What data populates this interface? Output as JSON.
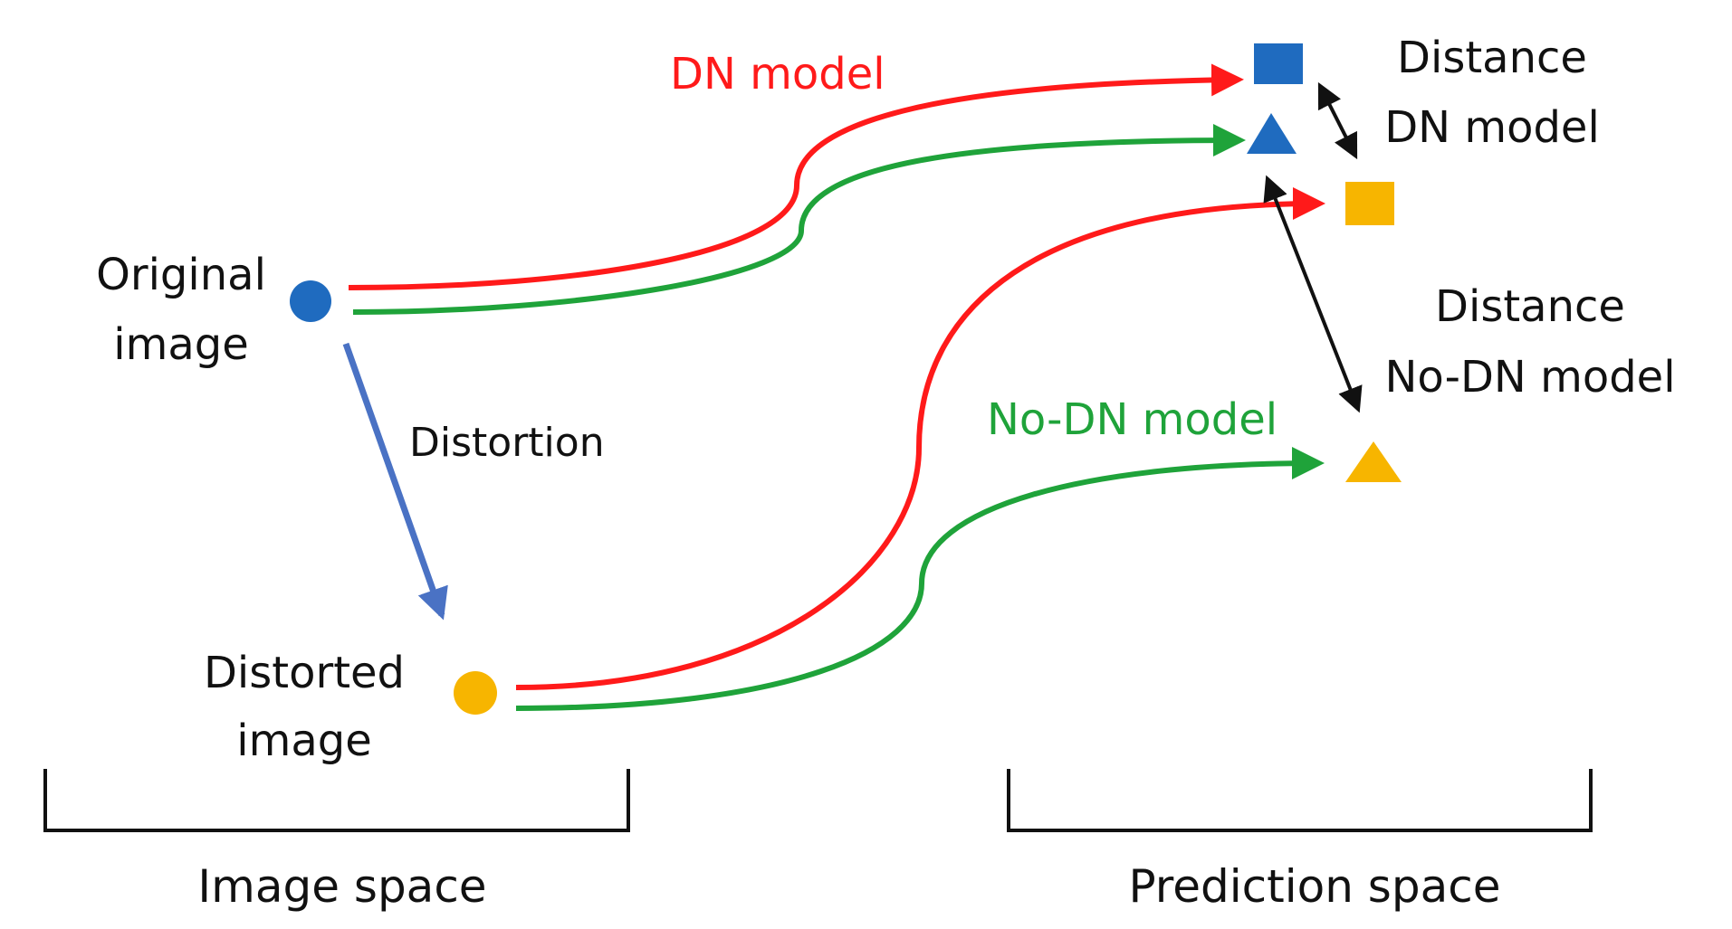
{
  "labels": {
    "dn_model": "DN model",
    "no_dn_model": "No-DN model",
    "original_image_line1": "Original",
    "original_image_line2": "image",
    "distorted_image_line1": "Distorted",
    "distorted_image_line2": "image",
    "distortion": "Distortion",
    "distance_dn_line1": "Distance",
    "distance_dn_line2": "DN model",
    "distance_nodn_line1": "Distance",
    "distance_nodn_line2": "No-DN model",
    "image_space": "Image space",
    "prediction_space": "Prediction space"
  },
  "colors": {
    "dn_model": "#ff1a1a",
    "no_dn_model": "#1fa33a",
    "original": "#1f6bbf",
    "distorted": "#f7b500",
    "distortion_arrow": "#4a72c4",
    "text": "#111111"
  }
}
